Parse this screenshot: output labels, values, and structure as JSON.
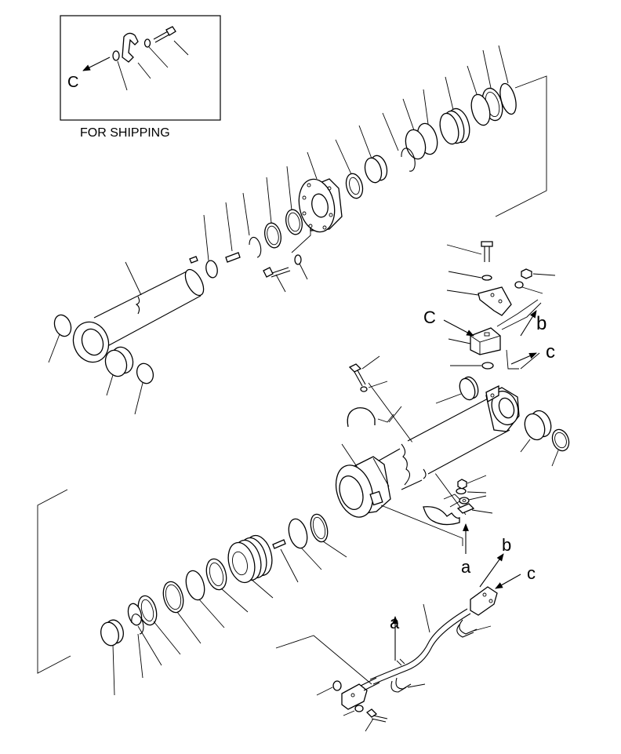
{
  "inset": {
    "caption": "FOR SHIPPING"
  },
  "labels": {
    "c_inset": "C",
    "c_block": "C",
    "c_right": "c",
    "c_hose": "c",
    "b_top": "b",
    "b_hose": "b",
    "a_upper": "a",
    "a_lower": "a"
  }
}
